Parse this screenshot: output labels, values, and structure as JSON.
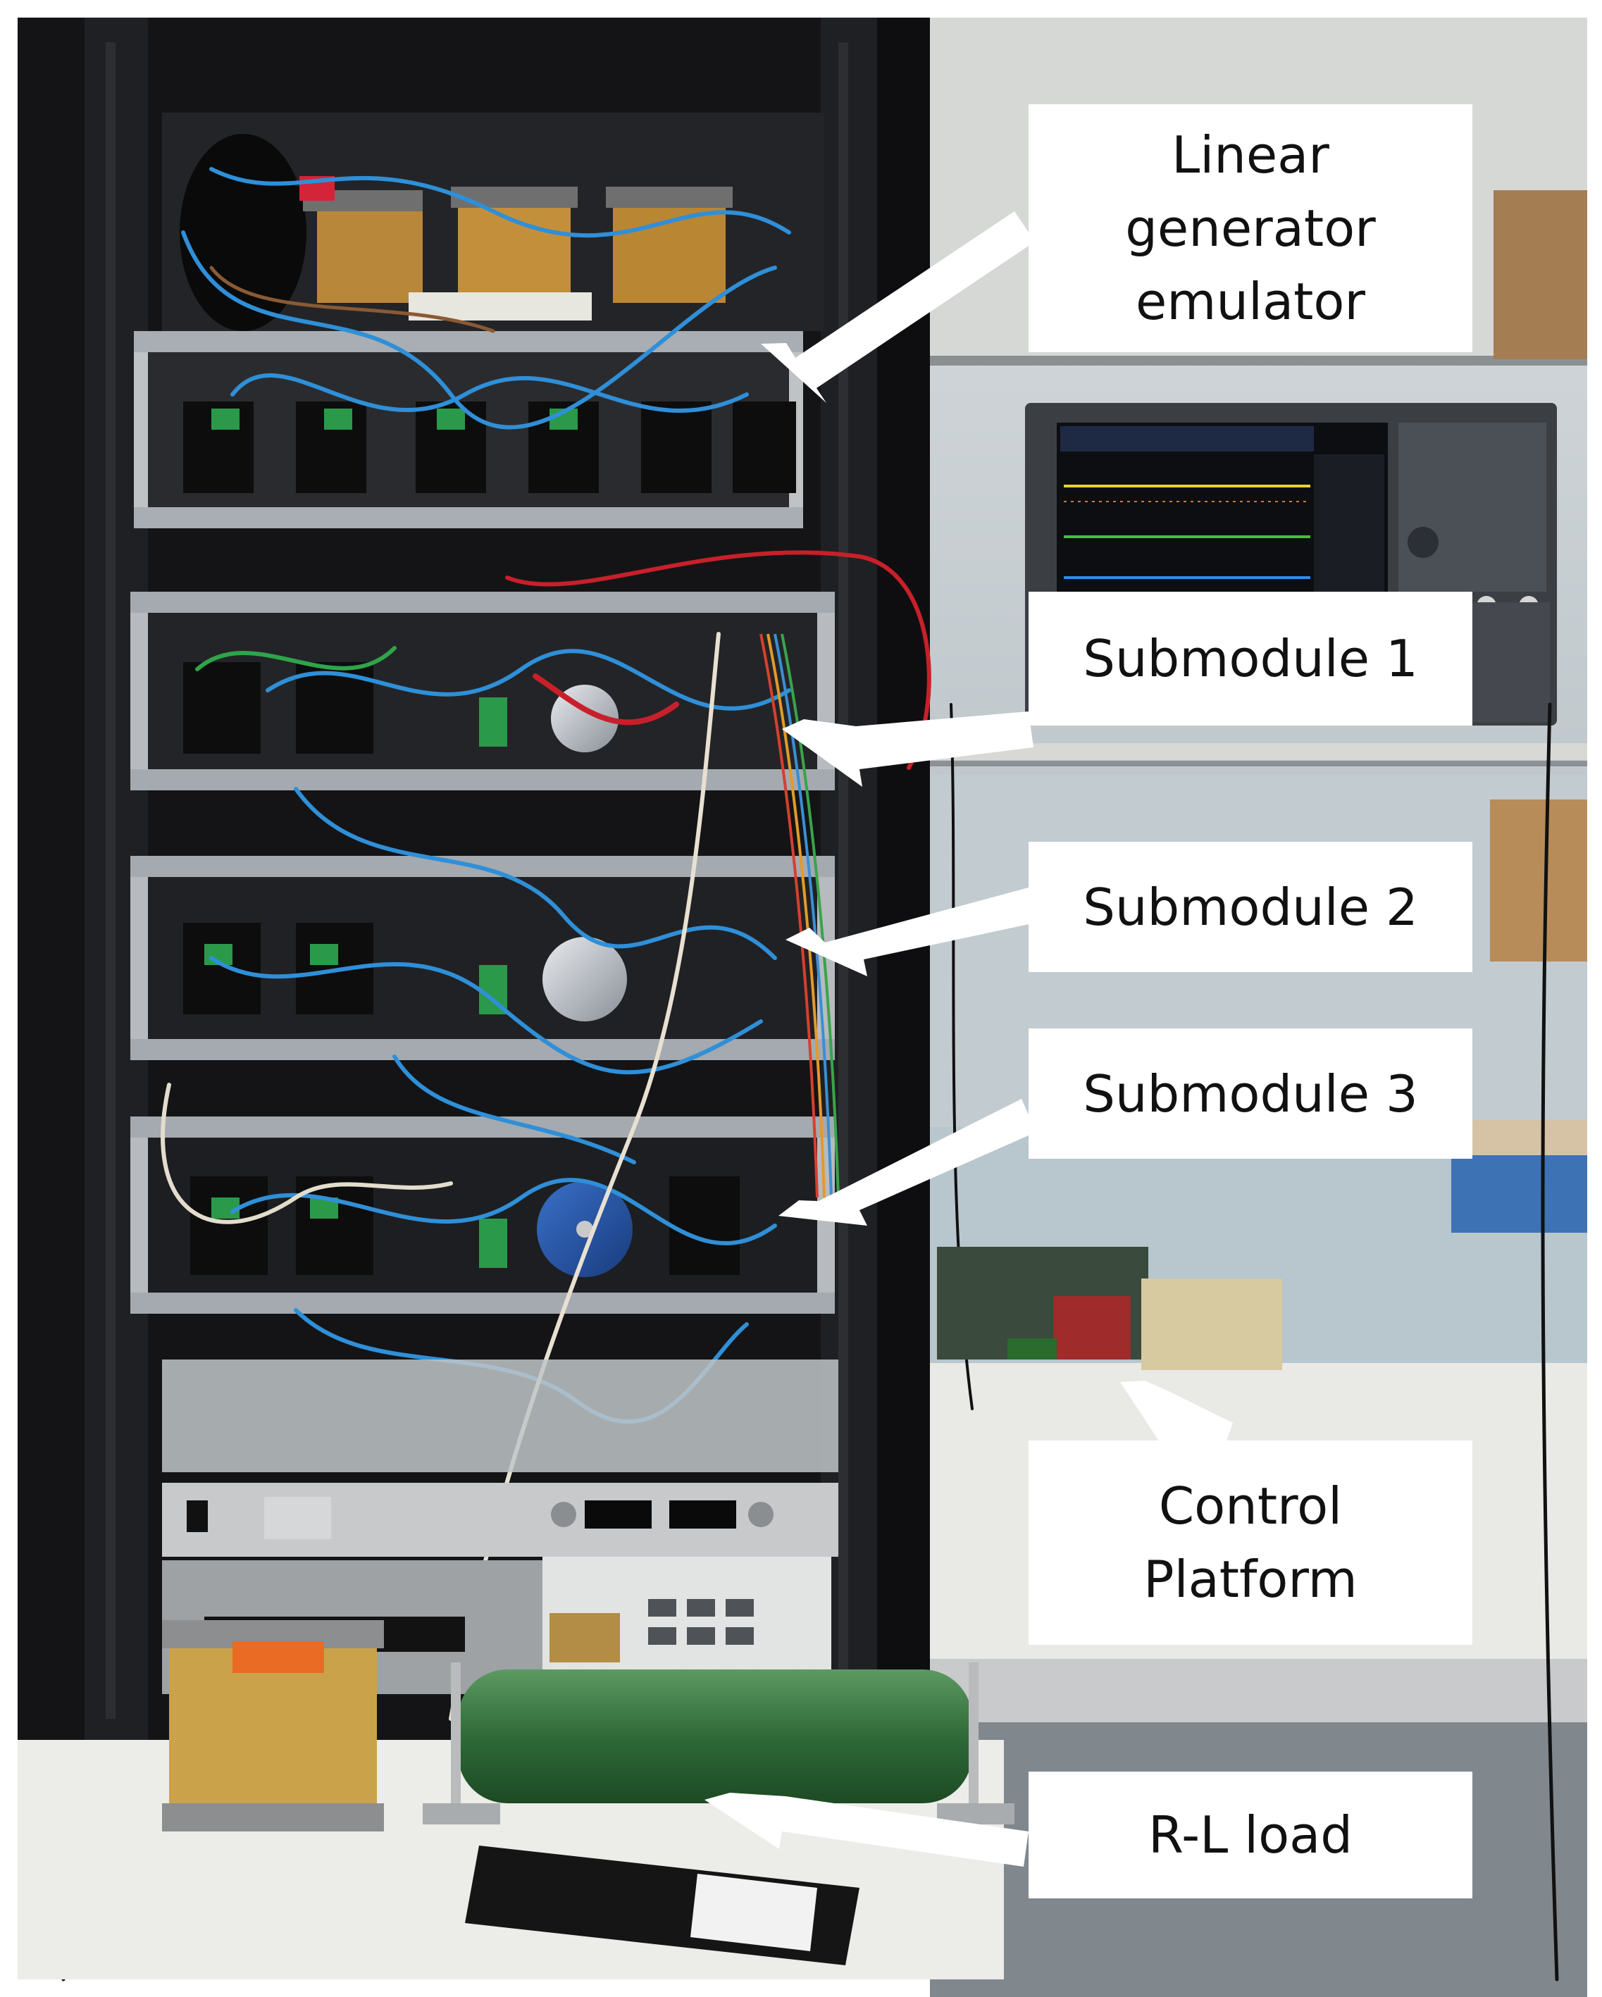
{
  "labels": {
    "linear_generator": "Linear\ngenerator\nemulator",
    "submodule_1": "Submodule 1",
    "submodule_2": "Submodule 2",
    "submodule_3": "Submodule 3",
    "control_platform": "Control\nPlatform",
    "rl_load": "R-L load"
  },
  "colors": {
    "label_background": "#ffffff",
    "arrow": "#ffffff",
    "rack": "#141416"
  }
}
